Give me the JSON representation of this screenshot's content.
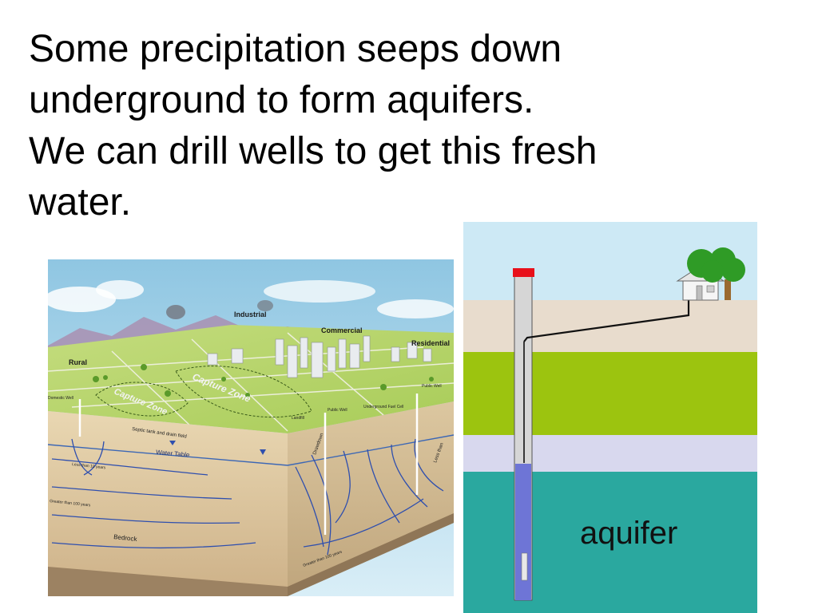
{
  "slide": {
    "lines": [
      "Some precipitation seeps down",
      "underground to form aquifers.",
      "We can drill wells to get this fresh",
      "water."
    ]
  },
  "illustration": {
    "labels": {
      "industrial": "Industrial",
      "commercial": "Commercial",
      "residential": "Residential",
      "rural": "Rural",
      "capture_zone_left": "Capture Zone",
      "capture_zone_right": "Capture Zone",
      "septic": "Septic tank and drain field",
      "water_table": "Water Table",
      "less_than_10": "Less than 10 years",
      "greater_than_100": "Greater than 100 years",
      "bedrock": "Bedrock",
      "public_well_1": "Public Well",
      "public_well_2": "Public Well",
      "underground_fuel": "Underground Fuel Cell",
      "landfill": "Landfill",
      "drawdown": "Drawdown",
      "domestic_well": "Domestic Well",
      "greater_than_100_bottom": "Greater than 100 years",
      "less_than_right": "Less than"
    }
  },
  "well_diagram": {
    "aquifer_label": "aquifer",
    "colors": {
      "sky": "#cde9f5",
      "topsoil": "#e8dccd",
      "grass_layer": "#9cc40f",
      "clay_layer": "#d8d8ee",
      "aquifer": "#2aa89f",
      "cap": "#e8101a",
      "water_in_well": "#6e75d6"
    }
  }
}
